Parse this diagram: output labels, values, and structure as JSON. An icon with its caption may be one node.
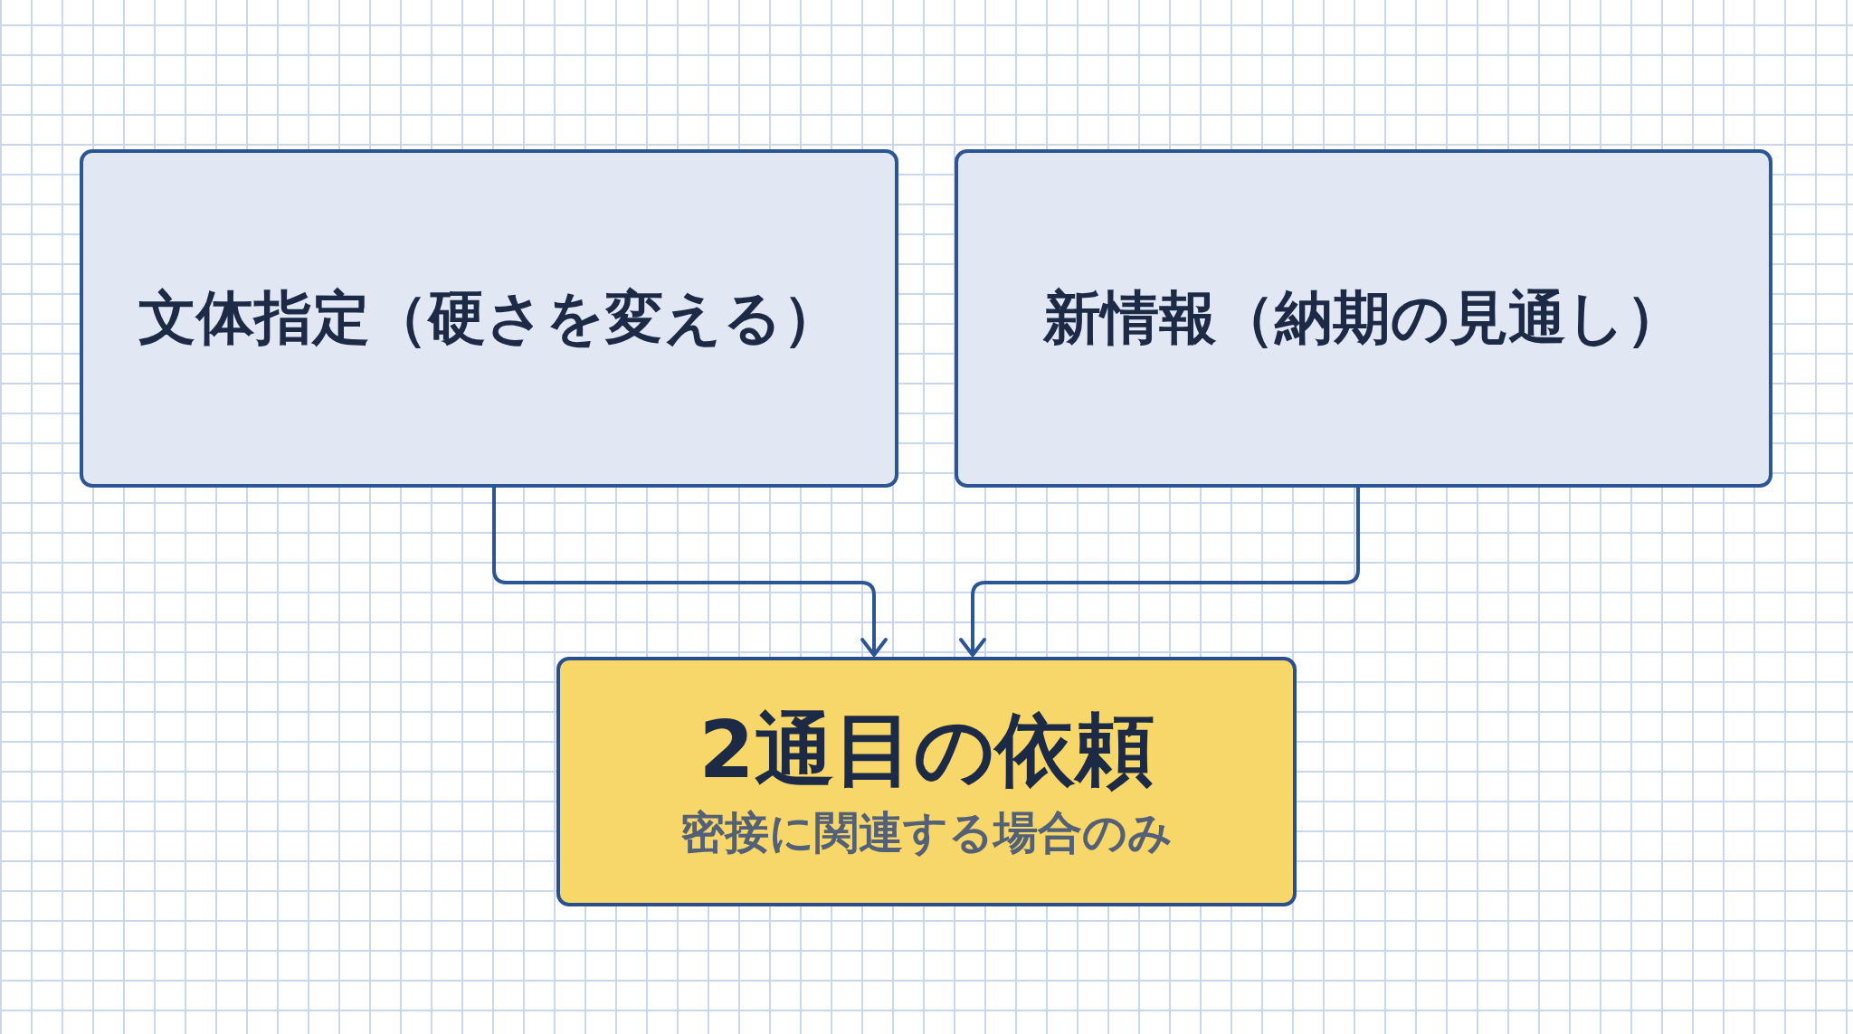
{
  "diagram": {
    "nodes": [
      {
        "text": [
          "文体指定（硬さを変える）"
        ]
      },
      {
        "text": [
          "新情報（納期の見通し）"
        ]
      },
      {
        "text": [
          "2通目の依頼",
          "密接に関連する場合のみ"
        ]
      }
    ],
    "edges": [
      {
        "from": 0,
        "to": 2,
        "arrow": "to"
      },
      {
        "from": 1,
        "to": 2,
        "arrow": "to"
      }
    ]
  }
}
